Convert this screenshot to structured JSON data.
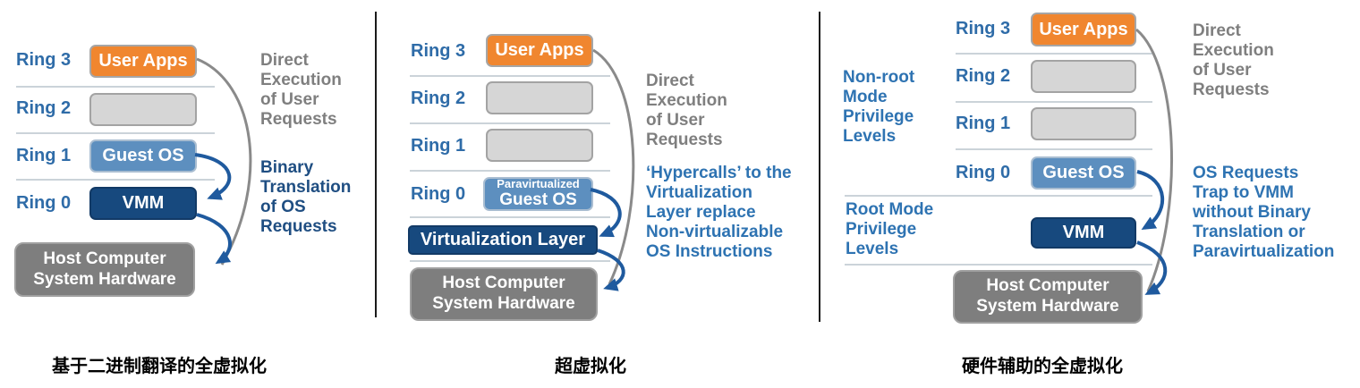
{
  "colors": {
    "orange_box": "#F0862F",
    "guest_os_blue": "#5D8FBF",
    "vmm_navy": "#17497E",
    "empty_box_gray": "#D6D6D6",
    "hardware_gray": "#7E7E7E",
    "ring_label_blue": "#2F6CA8",
    "gray_text": "#7F7F7F",
    "annotation_navy": "#1F4E82",
    "annotation_blue": "#2E73B2",
    "arrow_blue": "#1F5A9E",
    "arrow_gray": "#8A8A8A"
  },
  "panels": [
    {
      "caption": "基于二进制翻译的全虚拟化",
      "rings": [
        {
          "label": "Ring 3",
          "box": "User Apps"
        },
        {
          "label": "Ring 2",
          "box": ""
        },
        {
          "label": "Ring 1",
          "box": "Guest OS"
        },
        {
          "label": "Ring 0",
          "box": "VMM"
        }
      ],
      "hardware": "Host Computer\nSystem Hardware",
      "direct_execution": "Direct\nExecution\nof User\nRequests",
      "annotation": "Binary\nTranslation\nof OS\nRequests"
    },
    {
      "caption": "超虚拟化",
      "rings": [
        {
          "label": "Ring 3",
          "box": "User Apps"
        },
        {
          "label": "Ring 2",
          "box": ""
        },
        {
          "label": "Ring 1",
          "box": ""
        },
        {
          "label": "Ring 0",
          "box_small": "Paravirtualized",
          "box": "Guest OS"
        }
      ],
      "virtualization_layer": "Virtualization Layer",
      "hardware": "Host Computer\nSystem Hardware",
      "direct_execution": "Direct\nExecution\nof User\nRequests",
      "annotation": "‘Hypercalls’ to the\nVirtualization\nLayer replace\nNon-virtualizable\nOS Instructions"
    },
    {
      "caption": "硬件辅助的全虚拟化",
      "mode_labels": {
        "nonroot": "Non-root\nMode\nPrivilege\nLevels",
        "root": "Root Mode\nPrivilege\nLevels"
      },
      "rings": [
        {
          "label": "Ring 3",
          "box": "User Apps"
        },
        {
          "label": "Ring 2",
          "box": ""
        },
        {
          "label": "Ring 1",
          "box": ""
        },
        {
          "label": "Ring 0",
          "box": "Guest OS"
        }
      ],
      "vmm": "VMM",
      "hardware": "Host Computer\nSystem Hardware",
      "direct_execution": "Direct\nExecution\nof User\nRequests",
      "annotation": "OS Requests\nTrap to VMM\nwithout Binary\nTranslation or\nParavirtualization"
    }
  ]
}
